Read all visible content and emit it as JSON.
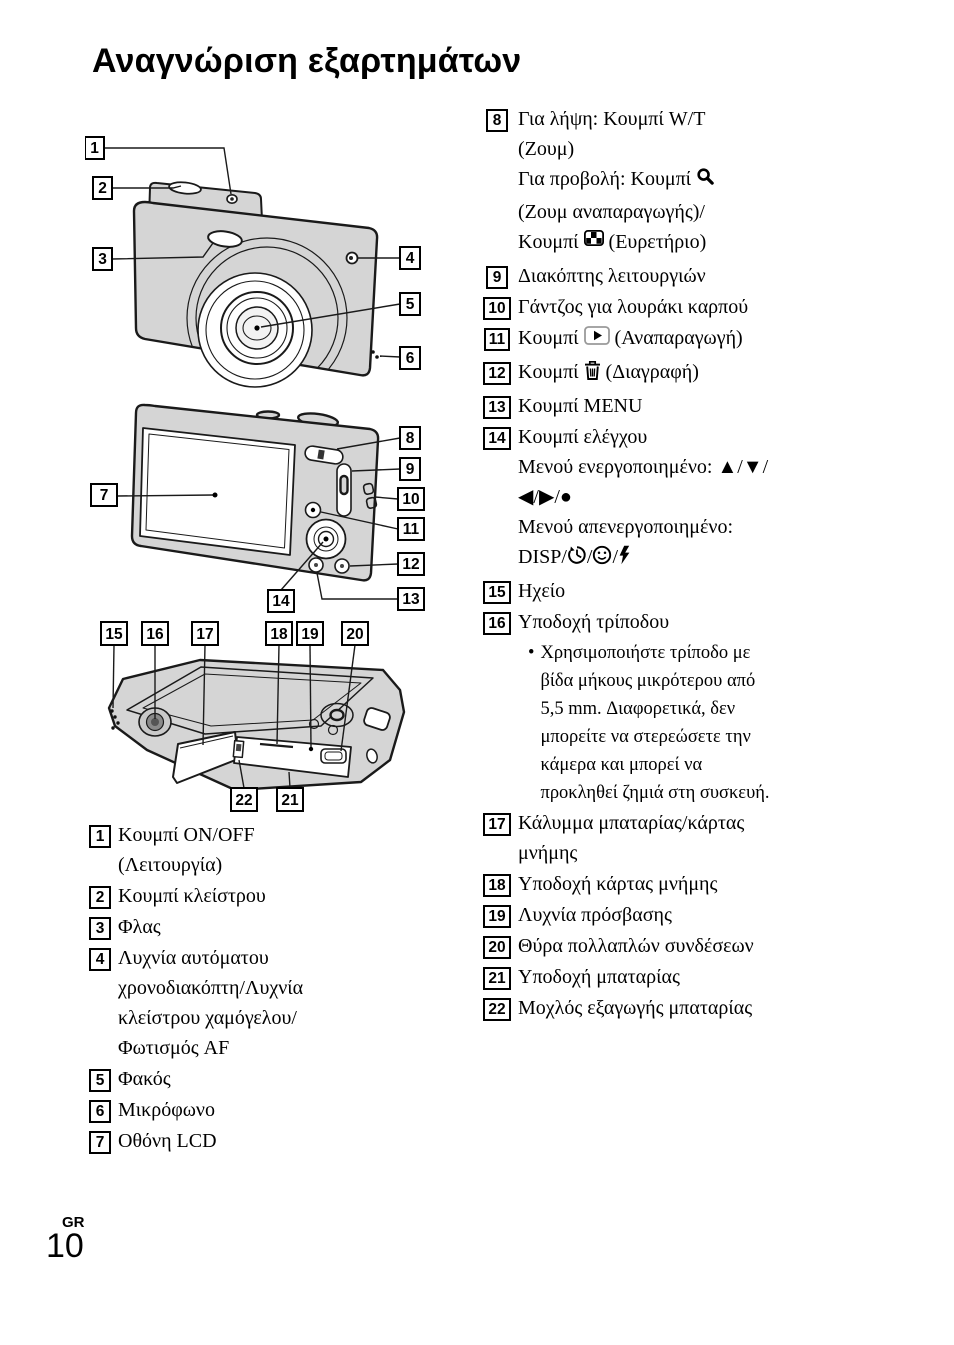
{
  "page": {
    "title": "Αναγνώριση εξαρτημάτων",
    "page_number": "10",
    "language_code": "GR"
  },
  "colors": {
    "camera_body": "#d5d5d5",
    "outline": "#1a1a1a",
    "text": "#000000",
    "background": "#ffffff"
  },
  "diagrams": {
    "front": {
      "view": "front-view",
      "callouts": [
        "1",
        "2",
        "3",
        "4",
        "5",
        "6"
      ]
    },
    "back": {
      "view": "back-view",
      "callouts": [
        "7",
        "8",
        "9",
        "10",
        "11",
        "12",
        "13",
        "14"
      ]
    },
    "bottom": {
      "view": "bottom-view",
      "callouts": [
        "15",
        "16",
        "17",
        "18",
        "19",
        "20",
        "21",
        "22"
      ]
    }
  },
  "parts_left": [
    {
      "num": "1",
      "lines": [
        [
          {
            "t": "Κουμπί ON/OFF"
          }
        ],
        [
          {
            "t": "(Λειτουργία)"
          }
        ]
      ]
    },
    {
      "num": "2",
      "lines": [
        [
          {
            "t": "Κουμπί κλείστρου"
          }
        ]
      ]
    },
    {
      "num": "3",
      "lines": [
        [
          {
            "t": "Φλας"
          }
        ]
      ]
    },
    {
      "num": "4",
      "lines": [
        [
          {
            "t": "Λυχνία αυτόματου"
          }
        ],
        [
          {
            "t": "χρονοδιακόπτη/Λυχνία"
          }
        ],
        [
          {
            "t": "κλείστρου χαμόγελου/"
          }
        ],
        [
          {
            "t": "Φωτισμός AF"
          }
        ]
      ]
    },
    {
      "num": "5",
      "lines": [
        [
          {
            "t": "Φακός"
          }
        ]
      ]
    },
    {
      "num": "6",
      "lines": [
        [
          {
            "t": "Μικρόφωνο"
          }
        ]
      ]
    },
    {
      "num": "7",
      "lines": [
        [
          {
            "t": "Οθόνη LCD"
          }
        ]
      ]
    }
  ],
  "parts_right": [
    {
      "num": "8",
      "lines": [
        [
          {
            "t": "Για λήψη: Κουμπί W/T"
          }
        ],
        [
          {
            "t": "(Ζουμ)"
          }
        ],
        [
          {
            "t": "Για προβολή: Κουμπί "
          },
          {
            "i": "magnifier"
          }
        ],
        [
          {
            "t": "(Ζουμ αναπαραγωγής)/"
          }
        ],
        [
          {
            "t": "Κουμπί "
          },
          {
            "i": "index"
          },
          {
            "t": " (Ευρετήριο)"
          }
        ]
      ]
    },
    {
      "num": "9",
      "lines": [
        [
          {
            "t": "Διακόπτης λειτουργιών"
          }
        ]
      ]
    },
    {
      "num": "10",
      "lines": [
        [
          {
            "t": "Γάντζος για λουράκι καρπού"
          }
        ]
      ]
    },
    {
      "num": "11",
      "lines": [
        [
          {
            "t": "Κουμπί "
          },
          {
            "i": "playback"
          },
          {
            "t": " (Αναπαραγωγή)"
          }
        ]
      ]
    },
    {
      "num": "12",
      "lines": [
        [
          {
            "t": "Κουμπί "
          },
          {
            "i": "trash"
          },
          {
            "t": " (Διαγραφή)"
          }
        ]
      ]
    },
    {
      "num": "13",
      "lines": [
        [
          {
            "t": "Κουμπί MENU"
          }
        ]
      ]
    },
    {
      "num": "14",
      "lines": [
        [
          {
            "t": "Κουμπί ελέγχου"
          }
        ],
        [
          {
            "t": "Μενού ενεργοποιημένο: ▲/▼/"
          }
        ],
        [
          {
            "t": "◀/▶/●"
          }
        ],
        [
          {
            "t": "Μενού απενεργοποιημένο:"
          }
        ],
        [
          {
            "t": "DISP/"
          },
          {
            "i": "timer"
          },
          {
            "t": "/"
          },
          {
            "i": "smile"
          },
          {
            "t": "/"
          },
          {
            "i": "flash"
          }
        ]
      ]
    },
    {
      "num": "15",
      "lines": [
        [
          {
            "t": "Ηχείο"
          }
        ]
      ]
    },
    {
      "num": "16",
      "lines": [
        [
          {
            "t": "Υποδοχή τρίποδου"
          }
        ]
      ],
      "note": [
        "Χρησιμοποιήστε τρίποδο με",
        "βίδα μήκους μικρότερου από",
        "5,5 mm. Διαφορετικά, δεν",
        "μπορείτε να στερεώσετε την",
        "κάμερα και μπορεί να",
        "προκληθεί ζημιά στη συσκευή."
      ]
    },
    {
      "num": "17",
      "lines": [
        [
          {
            "t": "Κάλυμμα μπαταρίας/κάρτας"
          }
        ],
        [
          {
            "t": "μνήμης"
          }
        ]
      ]
    },
    {
      "num": "18",
      "lines": [
        [
          {
            "t": "Υποδοχή κάρτας μνήμης"
          }
        ]
      ]
    },
    {
      "num": "19",
      "lines": [
        [
          {
            "t": "Λυχνία πρόσβασης"
          }
        ]
      ]
    },
    {
      "num": "20",
      "lines": [
        [
          {
            "t": "Θύρα πολλαπλών συνδέσεων"
          }
        ]
      ]
    },
    {
      "num": "21",
      "lines": [
        [
          {
            "t": "Υποδοχή μπαταρίας"
          }
        ]
      ]
    },
    {
      "num": "22",
      "lines": [
        [
          {
            "t": "Μοχλός εξαγωγής μπαταρίας"
          }
        ]
      ]
    }
  ]
}
